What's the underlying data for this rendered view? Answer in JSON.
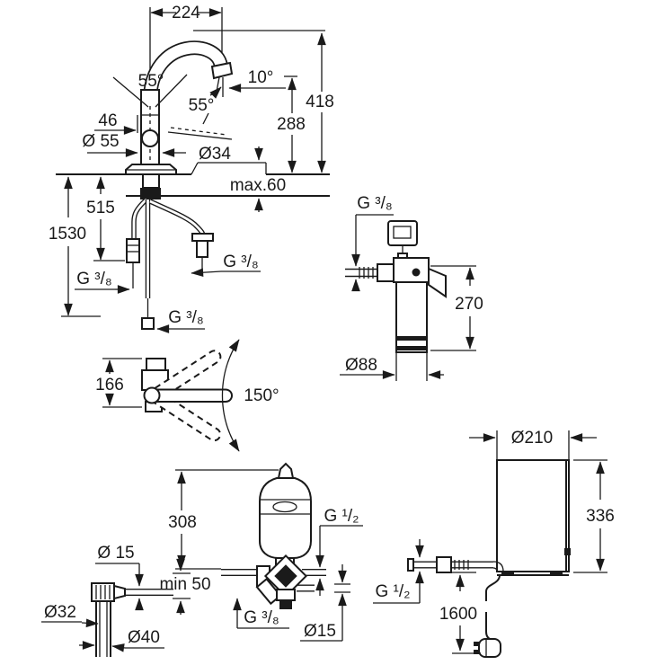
{
  "drawing": {
    "type": "technical-dimension-drawing",
    "background": "#ffffff",
    "line_color": "#1a1a1a",
    "views": {
      "faucet_front": {
        "spout_reach": "224",
        "total_height": "418",
        "spout_height": "288",
        "lever_angle_front": "55°",
        "lever_angle_side": "55°",
        "spout_outlet_angle": "10°",
        "lever_length": "46",
        "body_diameter": "Ø 55",
        "mounting_hole": "Ø34",
        "max_counter_thickness": "max.60",
        "rigid_supply_length": "515",
        "hose_length": "1530",
        "supply_conn_left": "G ³/₈",
        "supply_conn_right": "G ³/₈",
        "supply_conn_bottom": "G ³/₈"
      },
      "faucet_top": {
        "body_depth": "166",
        "swivel_angle": "150°"
      },
      "filter": {
        "connection": "G ³/₈",
        "height": "270",
        "diameter": "Ø88"
      },
      "safety_group": {
        "height": "308",
        "top_connection": "G ¹/₂",
        "min_clearance": "min 50",
        "bottom_connection": "G ³/₈",
        "pipe_diameter": "Ø15"
      },
      "drain_elbow": {
        "pipe_diameter": "Ø 15",
        "inner_diameter": "Ø32",
        "outer_diameter": "Ø40"
      },
      "boiler": {
        "diameter": "Ø210",
        "height": "336",
        "connection": "G ¹/₂",
        "cable_length": "1600"
      }
    }
  }
}
